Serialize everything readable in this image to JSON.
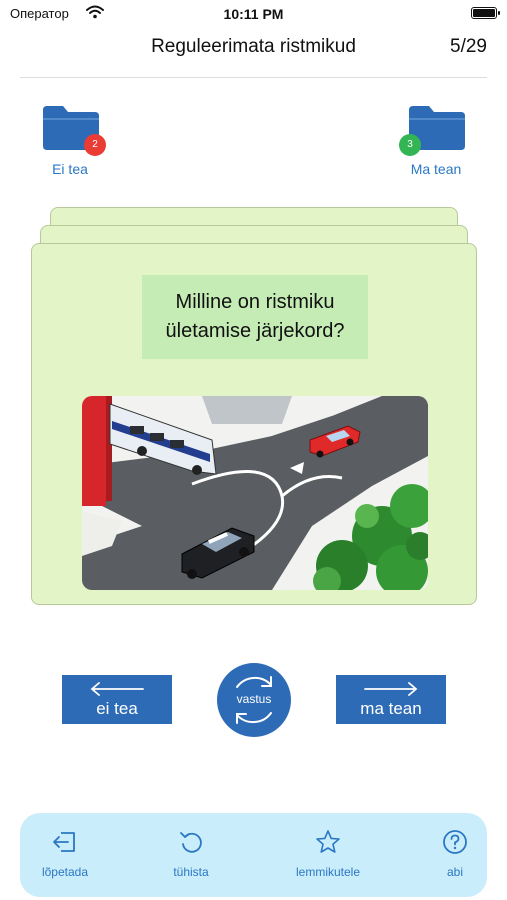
{
  "status_bar": {
    "carrier": "Оператор",
    "time": "10:11 PM"
  },
  "header": {
    "title": "Reguleerimata ristmikud",
    "counter": "5/29"
  },
  "folders": {
    "left": {
      "label": "Ei tea",
      "count": "2",
      "badge_color": "#ea3b35",
      "icon": "folder-icon"
    },
    "right": {
      "label": "Ma tean",
      "count": "3",
      "badge_color": "#34b554",
      "icon": "folder-icon"
    }
  },
  "card": {
    "question": "Milline on ristmiku ületamise järjekord?",
    "image": "intersection-scene"
  },
  "answers": {
    "left_label": "ei tea",
    "center_label": "vastus",
    "right_label": "ma tean"
  },
  "tabbar": {
    "items": [
      {
        "label": "lõpetada",
        "icon": "exit-icon"
      },
      {
        "label": "tühista",
        "icon": "undo-icon"
      },
      {
        "label": "lemmikutele",
        "icon": "star-icon"
      },
      {
        "label": "abi",
        "icon": "help-icon"
      }
    ]
  },
  "colors": {
    "accent": "#2e6bb6",
    "link": "#2b77c4",
    "card_bg": "#e3f5c7",
    "question_bg": "#c6ecb6",
    "tabbar_bg": "#c9edfa"
  }
}
